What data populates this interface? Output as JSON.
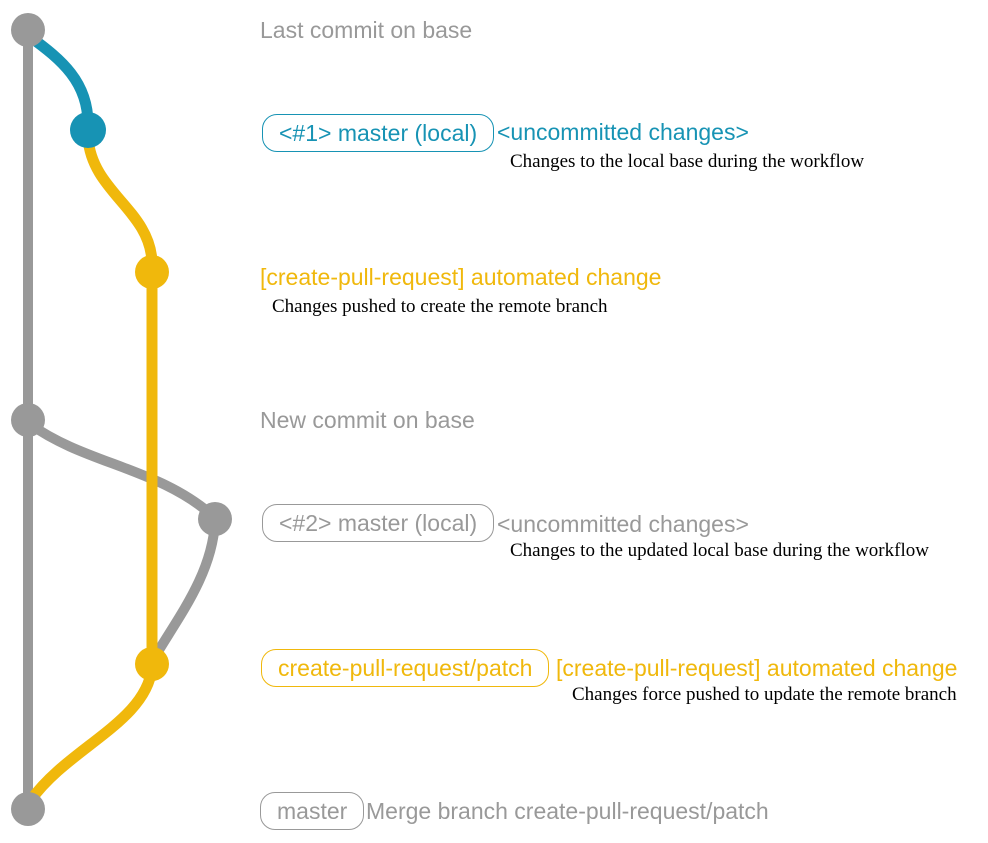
{
  "colors": {
    "gray": "#999999",
    "teal": "#1793b4",
    "yellow": "#f0b80c",
    "ink": "#000000"
  },
  "rows": {
    "last_commit": {
      "label": "Last commit on base"
    },
    "commit1": {
      "badge": "<#1> master (local)",
      "heading": "<uncommitted changes>",
      "description": "Changes to the local base during the workflow"
    },
    "push1": {
      "heading": "[create-pull-request] automated change",
      "description": "Changes pushed to create the remote branch"
    },
    "new_commit": {
      "label": "New commit on base"
    },
    "commit2": {
      "badge": "<#2> master (local)",
      "heading": "<uncommitted changes>",
      "description": "Changes to the updated local base during the workflow"
    },
    "push2": {
      "badge": "create-pull-request/patch",
      "heading": "[create-pull-request] automated change",
      "description": "Changes force pushed to update the remote branch"
    },
    "merge": {
      "badge": "master",
      "label": "Merge branch create-pull-request/patch"
    }
  }
}
